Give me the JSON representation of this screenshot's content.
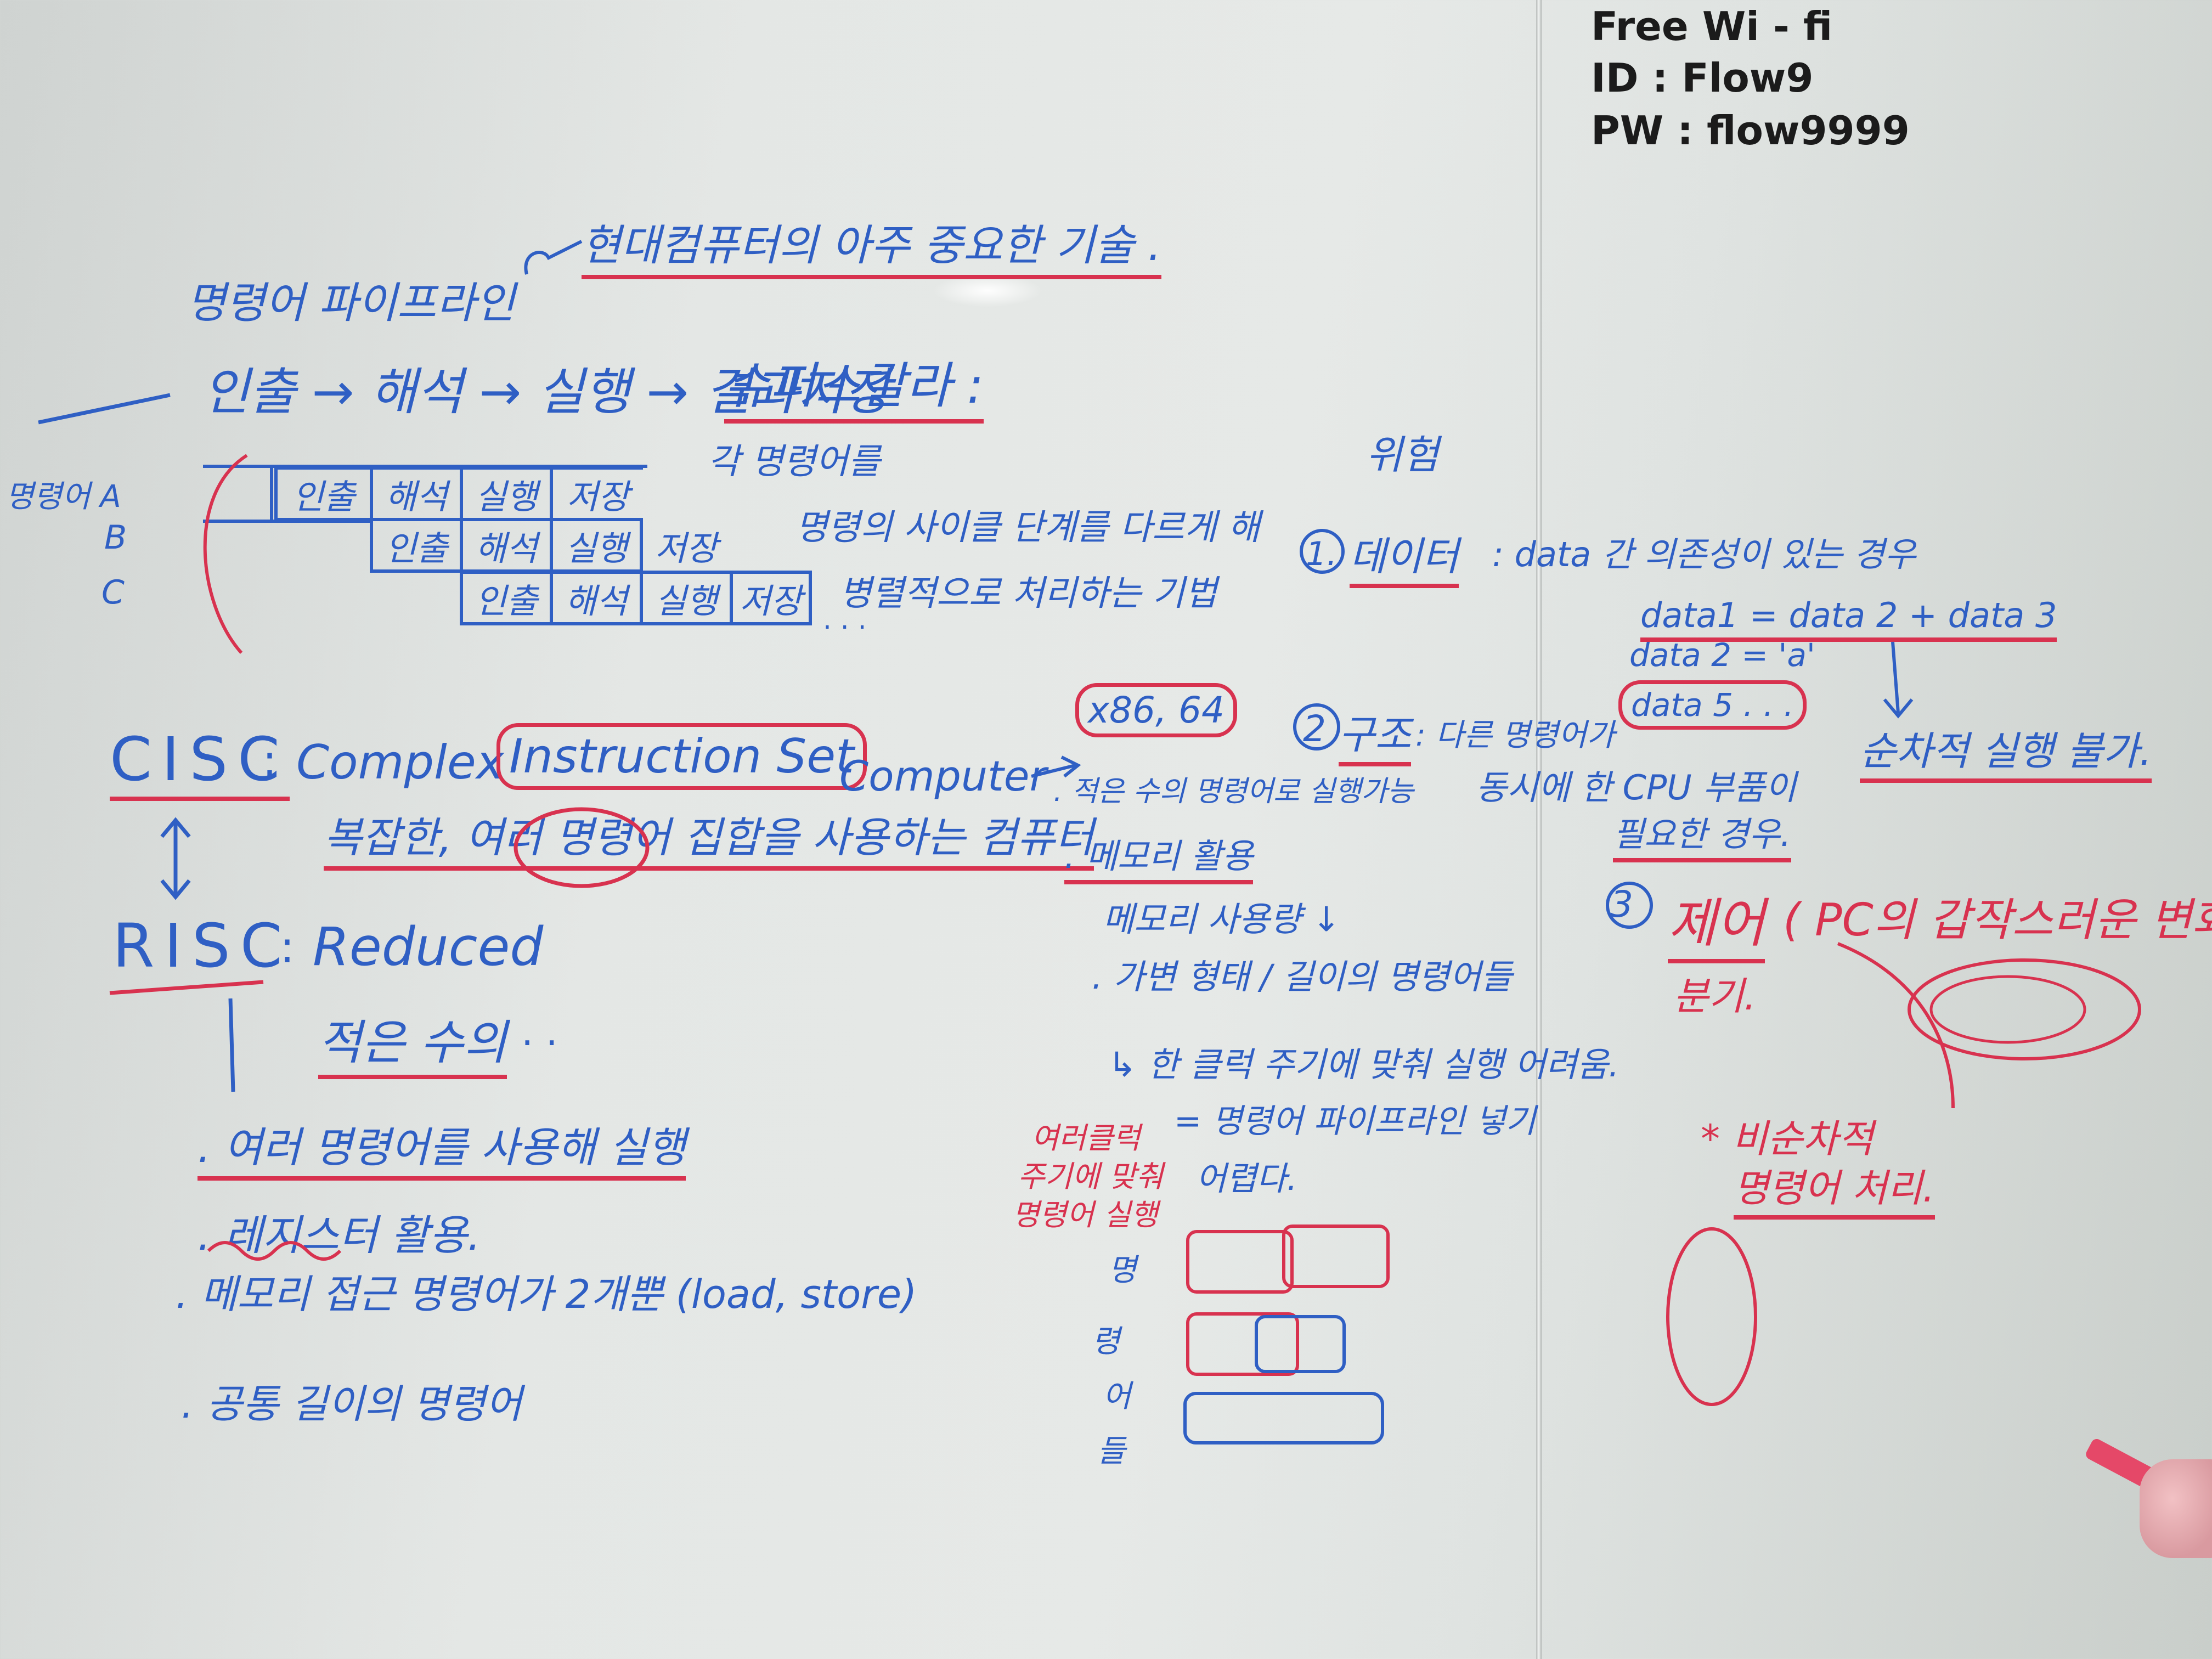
{
  "wifi": {
    "line1": "Free Wi - fi",
    "line2": "ID : Flow9",
    "line3": "PW : flow9999"
  },
  "pipeline": {
    "title": "명령어 파이프라인",
    "note": "현대컴퓨터의 아주 중요한 기술 .",
    "stages": "인출 → 해석 → 실행 → 결과저장",
    "superscalar": "슈퍼스칼라 :",
    "desc1": "각 명령어를",
    "desc2": "명령의 사이클 단계를 다르게 해",
    "desc3": "병렬적으로 처리하는 기법",
    "row_labels": [
      "명령어 A",
      "B",
      "C"
    ],
    "row_a": [
      "인출",
      "해석",
      "실행",
      "저장"
    ],
    "row_b": [
      "인출",
      "해석",
      "실행",
      "저장"
    ],
    "row_c": [
      "인출",
      "해석",
      "실행",
      "저장"
    ],
    "ellipsis": ". . ."
  },
  "cisc": {
    "label": "CISC",
    "colon": ":",
    "full_w1": "Complex",
    "full_w2": "Instruction Set",
    "full_w3": "Computer",
    "arch": "x86, 64",
    "korean": "복잡한, 여러 명령어 집합을 사용하는 컴퓨터",
    "n1": ". 적은 수의 명령어로 실행가능",
    "n2": ". 메모리 활용",
    "n3": "메모리 사용량 ↓",
    "n4": ". 가변 형태 / 길이의 명령어들",
    "n5": "↳ 한 클럭 주기에 맞춰 실행 어려움.",
    "n6": "= 명령어 파이프라인 넣기",
    "n7": "어렵다.",
    "red_note": [
      "여러클럭",
      "주기에 맞춰",
      "명령어 실행"
    ],
    "vertical": [
      "명",
      "령",
      "어",
      "들"
    ]
  },
  "risc": {
    "label": "RISC",
    "colon": ":",
    "full": "Reduced",
    "few": "적은 수의",
    "dots": ". .",
    "n1": ". 여러 명령어를 사용해 실행",
    "n2": ". 레지스터 활용.",
    "n3": ". 메모리 접근 명령어가 2개뿐 (load, store)",
    "n4": ". 공통 길이의 명령어"
  },
  "hazards": {
    "title": "위험",
    "h1_num": "1.",
    "h1_name": "데이터",
    "h1_desc": ": data 간 의존성이 있는 경우",
    "code1": "data1 = data 2 + data 3",
    "code2": "data 2 = 'a'",
    "code3": "data 5 . . .",
    "code_result": "순차적 실행 불가.",
    "h2_num": "2",
    "h2_name": "구조",
    "h2_desc": ": 다른 명령어가",
    "h2_desc2": "동시에 한 CPU 부품이",
    "h2_desc3": "필요한 경우.",
    "h3_num": "3",
    "h3_name": "제어",
    "h3_desc": "( PC의 갑작스러운 변화 )",
    "h3_branch": "분기.",
    "h3_note1": "* 비순차적",
    "h3_note2": "명령어 처리."
  },
  "colors": {
    "blue_ink": "#2f5fc4",
    "red_ink": "#d8324f",
    "black_decal": "#1b1b1b"
  }
}
